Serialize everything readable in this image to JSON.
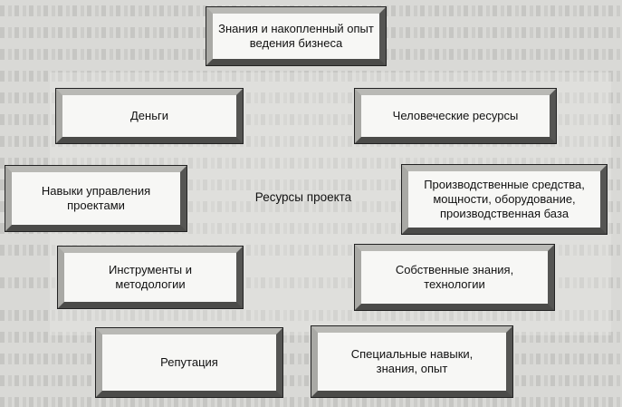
{
  "center_label": "Ресурсы проекта",
  "boxes": {
    "knowledge": "Знания и накопленный опыт ведения бизнеса",
    "money": "Деньги",
    "human": "Человеческие ресурсы",
    "pm_skills": "Навыки управления проектами",
    "production": "Производственные средства, мощности, оборудование, производственная база",
    "tools": "Инструменты и методологии",
    "own_knowledge": "Собственные знания, технологии",
    "reputation": "Репутация",
    "special_skills": "Специальные навыки, знания, опыт"
  }
}
